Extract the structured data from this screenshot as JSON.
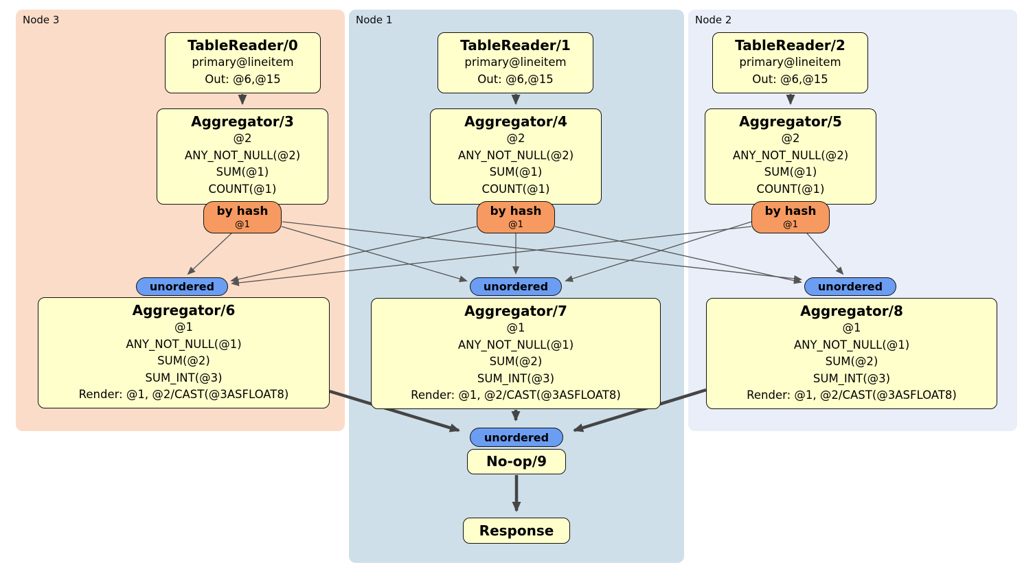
{
  "regions": [
    {
      "label": "Node 3"
    },
    {
      "label": "Node 1"
    },
    {
      "label": "Node 2"
    }
  ],
  "processors": {
    "tr0": {
      "title": "TableReader/0",
      "lines": [
        "primary@lineitem",
        "Out: @6,@15"
      ]
    },
    "tr1": {
      "title": "TableReader/1",
      "lines": [
        "primary@lineitem",
        "Out: @6,@15"
      ]
    },
    "tr2": {
      "title": "TableReader/2",
      "lines": [
        "primary@lineitem",
        "Out: @6,@15"
      ]
    },
    "agg3": {
      "title": "Aggregator/3",
      "lines": [
        "@2",
        "ANY_NOT_NULL(@2)",
        "SUM(@1)",
        "COUNT(@1)"
      ]
    },
    "agg4": {
      "title": "Aggregator/4",
      "lines": [
        "@2",
        "ANY_NOT_NULL(@2)",
        "SUM(@1)",
        "COUNT(@1)"
      ]
    },
    "agg5": {
      "title": "Aggregator/5",
      "lines": [
        "@2",
        "ANY_NOT_NULL(@2)",
        "SUM(@1)",
        "COUNT(@1)"
      ]
    },
    "agg6": {
      "title": "Aggregator/6",
      "lines": [
        "@1",
        "ANY_NOT_NULL(@1)",
        "SUM(@2)",
        "SUM_INT(@3)",
        "Render: @1, @2/CAST(@3ASFLOAT8)"
      ]
    },
    "agg7": {
      "title": "Aggregator/7",
      "lines": [
        "@1",
        "ANY_NOT_NULL(@1)",
        "SUM(@2)",
        "SUM_INT(@3)",
        "Render: @1, @2/CAST(@3ASFLOAT8)"
      ]
    },
    "agg8": {
      "title": "Aggregator/8",
      "lines": [
        "@1",
        "ANY_NOT_NULL(@1)",
        "SUM(@2)",
        "SUM_INT(@3)",
        "Render: @1, @2/CAST(@3ASFLOAT8)"
      ]
    },
    "noop9": {
      "title": "No-op/9"
    },
    "response": {
      "title": "Response"
    }
  },
  "routers": {
    "hash3": {
      "label": "by hash",
      "detail": "@1"
    },
    "hash4": {
      "label": "by hash",
      "detail": "@1"
    },
    "hash5": {
      "label": "by hash",
      "detail": "@1"
    }
  },
  "streams": {
    "un6": {
      "label": "unordered"
    },
    "un7": {
      "label": "unordered"
    },
    "un8": {
      "label": "unordered"
    },
    "un9": {
      "label": "unordered"
    }
  },
  "colors": {
    "node3_bg": "#fbdcc8",
    "node1_bg": "#cfdfea",
    "node2_bg": "#e9eef8",
    "processor_bg": "#ffffcc",
    "router_bg": "#f69a61",
    "stream_bg": "#6b9df2",
    "edge_thin": "#555555",
    "edge_thick": "#454545"
  }
}
